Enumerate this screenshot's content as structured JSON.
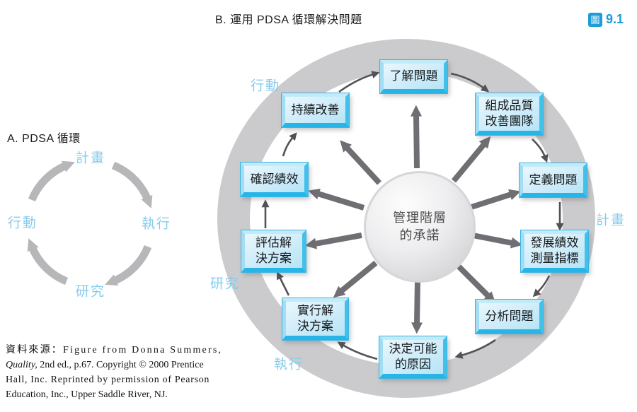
{
  "panel_a": {
    "title": "A. PDSA 循環",
    "labels": {
      "plan": "計畫",
      "do": "執行",
      "study": "研究",
      "act": "行動"
    }
  },
  "panel_b": {
    "title": "B. 運用 PDSA 循環解決問題",
    "figure_badge": {
      "icon": "圖",
      "number": "9.1"
    },
    "center": "管理階層\n的承諾",
    "phases": {
      "act": "行動",
      "plan": "計畫",
      "study": "研究",
      "do": "執行"
    },
    "steps": [
      "了解問題",
      "組成品質\n改善團隊",
      "定義問題",
      "發展績效\n測量指標",
      "分析問題",
      "決定可能\n的原因",
      "實行解\n決方案",
      "評估解\n決方案",
      "確認績效",
      "持續改善"
    ]
  },
  "citation": {
    "line1": "資料來源：Figure from Donna Summers,",
    "line2_italic": "Quality,",
    "line2_rest": " 2nd ed., p.67. Copyright © 2000 Prentice",
    "line3": "Hall, Inc. Reprinted by permission of Pearson",
    "line4": "Education, Inc., Upper Saddle River, NJ."
  },
  "colors": {
    "accent_blue": "#1d9dd8",
    "phase_label_blue": "#85ccec",
    "box_border_cyan": "#27b5e7",
    "ring_gray": "#cbcbcd",
    "spoke_gray": "#6e6e73",
    "panel_a_arrow_gray": "#b7b7b9"
  }
}
